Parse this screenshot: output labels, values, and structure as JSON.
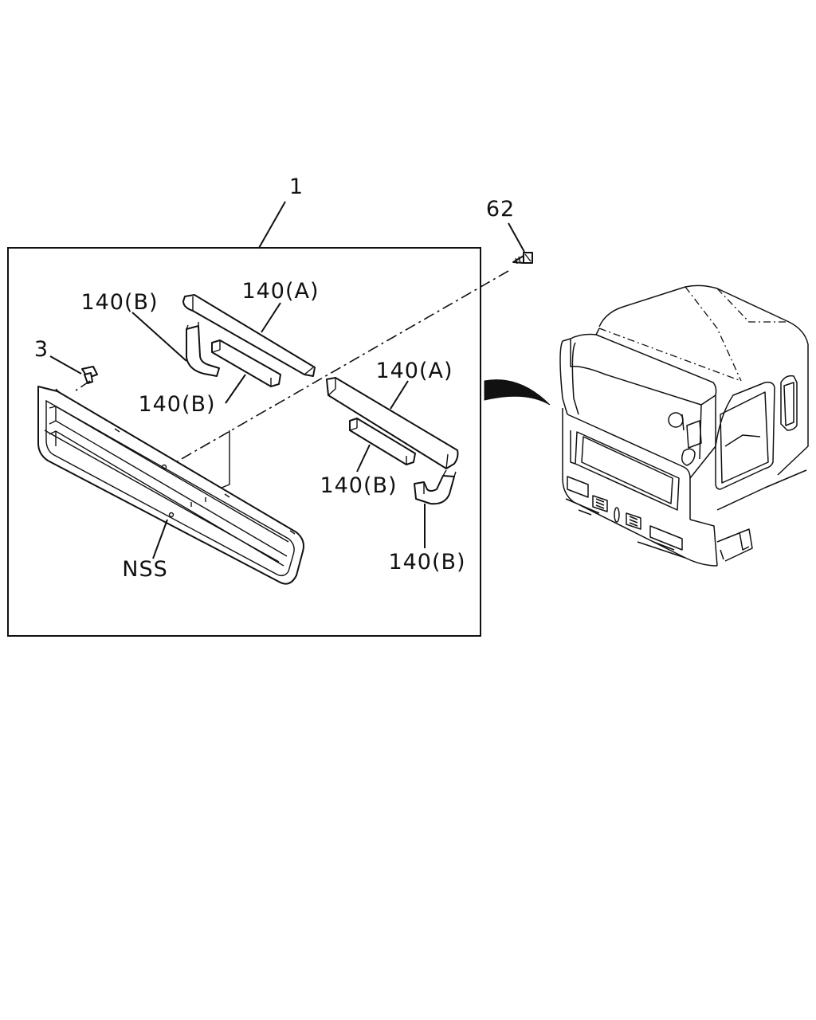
{
  "callouts": {
    "assembly": "1",
    "screw": "62",
    "clip": "3",
    "upper_left_b": "140(B)",
    "upper_a": "140(A)",
    "upper_mid_b": "140(B)",
    "lower_a": "140(A)",
    "lower_mid_b": "140(B)",
    "lower_right_b": "140(B)",
    "grille": "NSS"
  },
  "icons": {
    "screw": "screw-icon",
    "clip": "clip-icon",
    "arrow": "curved-arrow-icon",
    "truck": "truck-cab-icon"
  }
}
